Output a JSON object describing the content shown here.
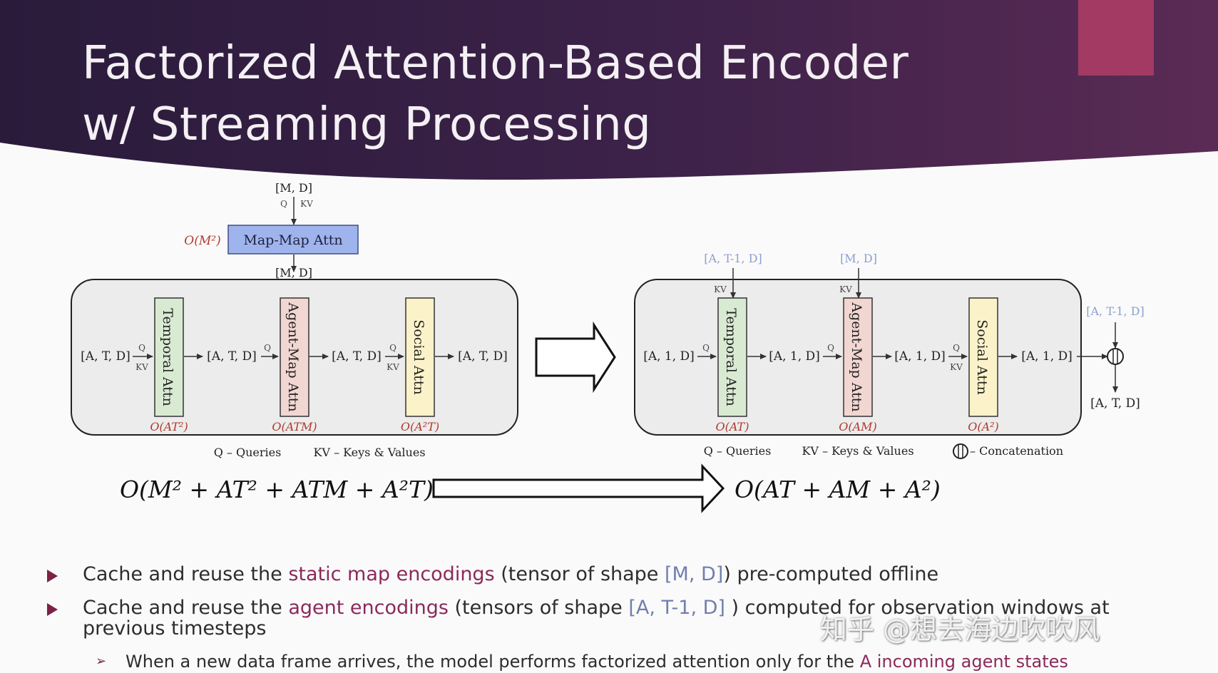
{
  "title": {
    "line1": "Factorized Attention-Based Encoder",
    "line2": "w/ Streaming Processing"
  },
  "left_diagram": {
    "map_input": "[M, D]",
    "map_q": "Q",
    "map_kv": "KV",
    "map_attn": "Map-Map Attn",
    "map_complexity": "O(M²)",
    "map_output": "[M, D]",
    "map_kv_in": "KV",
    "input": "[A, T, D]",
    "temporal_attn": "Temporal Attn",
    "temporal_complexity": "O(AT²)",
    "after_temporal": "[A, T, D]",
    "agent_map_attn": "Agent-Map Attn",
    "agent_map_complexity": "O(ATM)",
    "after_agent_map": "[A, T, D]",
    "social_attn": "Social Attn",
    "social_complexity": "O(A²T)",
    "output": "[A, T, D]",
    "q_label": "Q",
    "kv_label": "KV",
    "legend_q": "Q – Queries",
    "legend_kv": "KV – Keys & Values"
  },
  "right_diagram": {
    "cache_agent": "[A, T-1, D]",
    "cache_map": "[M, D]",
    "input": "[A, 1, D]",
    "temporal_attn": "Temporal Attn",
    "temporal_complexity": "O(AT)",
    "after_temporal": "[A, 1, D]",
    "agent_map_attn": "Agent-Map Attn",
    "agent_map_complexity": "O(AM)",
    "after_agent_map": "[A, 1, D]",
    "social_attn": "Social Attn",
    "social_complexity": "O(A²)",
    "output": "[A, 1, D]",
    "concat_input": "[A, T-1, D]",
    "final_output": "[A, T, D]",
    "q_label": "Q",
    "kv_label": "KV",
    "legend_q": "Q – Queries",
    "legend_kv": "KV – Keys & Values",
    "legend_concat": "– Concatenation"
  },
  "complexity": {
    "before": "O(M² + AT² + ATM + A²T)",
    "after": "O(AT + AM + A²)"
  },
  "bullets": [
    {
      "prefix": "Cache and reuse the ",
      "highlight": "static map encodings",
      "middle": " (tensor of shape ",
      "shape": "[M, D]",
      "suffix": ") pre-computed offline"
    },
    {
      "prefix": "Cache and reuse the ",
      "highlight": "agent encodings",
      "middle": " (tensors of shape ",
      "shape": "[A, T-1, D]",
      "suffix": " ) computed for observation windows at",
      "continuation": "previous timesteps"
    }
  ],
  "sub_bullet": {
    "text": "When a new data frame arrives, the model performs factorized attention only for the ",
    "highlight": "A incoming agent states"
  },
  "watermark": "知乎 @想去海边吹吹风",
  "colors": {
    "header_dark": "#2a1b3b",
    "header_mid": "#4d2a55",
    "accent": "#8a2a5b",
    "temporal_fill": "#d9ead3",
    "agent_map_fill": "#f1d6d2",
    "social_fill": "#fbf2c9",
    "map_attn_fill": "#9fb4ec",
    "complexity_red": "#b03a2e",
    "cache_blue": "#8aa0cf"
  }
}
